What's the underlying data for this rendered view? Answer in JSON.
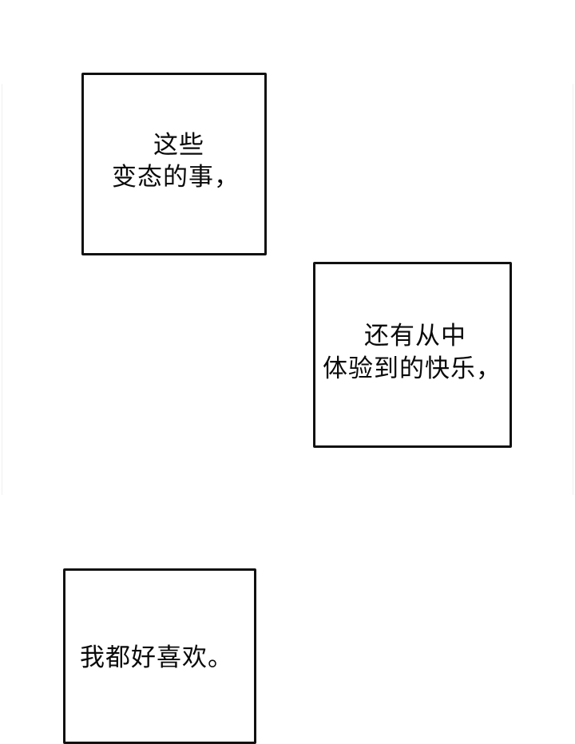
{
  "page": {
    "background": "#ffffff",
    "border_color": "#111111",
    "text_color": "#0a0a0a"
  },
  "panels": [
    {
      "lines": [
        "这些",
        "变态的事，"
      ]
    },
    {
      "lines": [
        "还有从中",
        "体验到的快乐，"
      ]
    },
    {
      "lines": [
        "我都好喜欢。"
      ]
    }
  ]
}
